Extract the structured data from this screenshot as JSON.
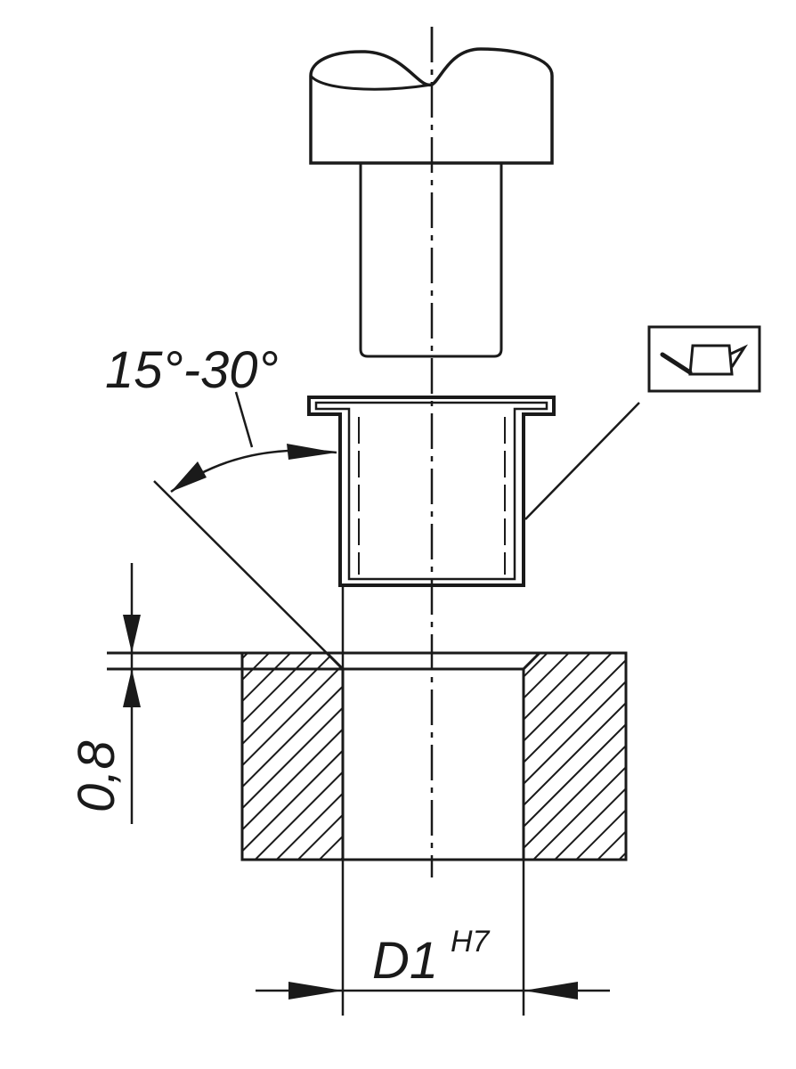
{
  "labels": {
    "angle": "15°-30°",
    "chamfer_depth": "0,8",
    "diameter": "D1",
    "tolerance": "H7"
  },
  "icons": [
    "oil-can-icon"
  ],
  "colors": {
    "line": "#1a1a1a",
    "background": "#ffffff"
  }
}
